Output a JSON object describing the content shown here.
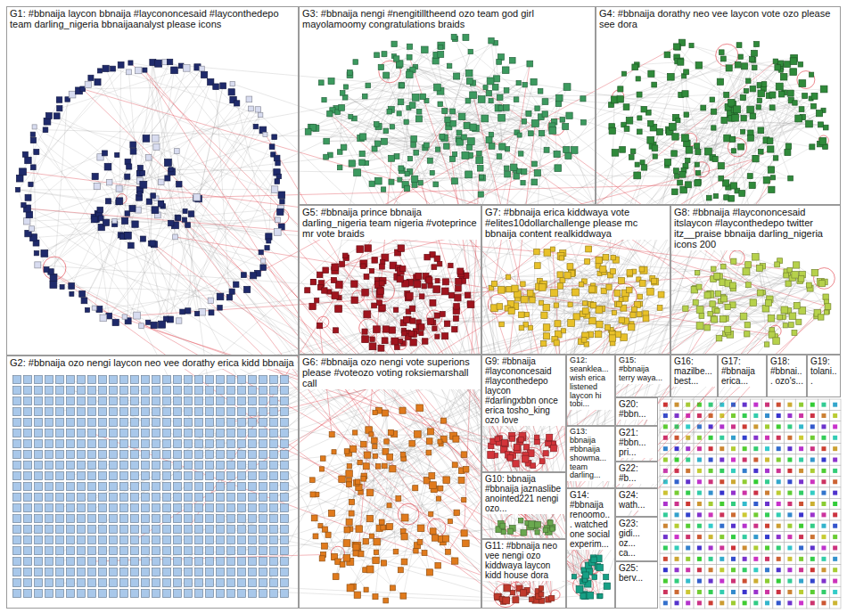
{
  "diagram": {
    "nodes": [
      {
        "text": [
          "G1: #bbnaija laycon bbnaija #laycononcesaid #layconthedepo team darling_nigeria bbnaijaanalyst please icons"
        ]
      },
      {
        "text": [
          "G3: #bbnaija nengi #nengitilltheend ozo team god girl mayolamoomy congratulations braids"
        ]
      },
      {
        "text": [
          "G4: #bbnaija dorathy neo vee laycon vote ozo please see dora"
        ]
      },
      {
        "text": [
          "G5: #bbnaija prince bbnaija darling_nigeria team nigeria #voteprince mr vote braids"
        ]
      },
      {
        "text": [
          "G7: #bbnaija erica kiddwaya vote #elites10dollarchallenge please mc bbnaija content realkiddwaya"
        ]
      },
      {
        "text": [
          "G8: #bbnaija #laycononcesaid itslaycon #layconthedepo twitter itz__praise bbnaija darling_nigeria icons 200"
        ]
      },
      {
        "text": [
          "G2: #bbnaija ozo nengi laycon neo vee dorathy erica kidd bbnaija"
        ]
      },
      {
        "text": [
          "G6: #bbnaija ozo nengi vote superions please #voteozo voting roksiemarshall call"
        ]
      },
      {
        "text": [
          "G9: #bbnaija #laycononcesaid #layconthedepo laycon #darlingxbbn once erica tosho_king ozo love"
        ]
      },
      {
        "text": [
          "G10: bbnaija #bbnaija jaznaslibe anointed221 nengi ozo..."
        ]
      },
      {
        "text": [
          "G11: #bbnaija neo vee nengi ozo kiddwaya laycon kidd house dora"
        ]
      },
      {
        "text": [
          "G12: seanklea... wish erica listened laycon hi tobi..."
        ]
      },
      {
        "text": [
          "G13: bbnaija #bbnaija showma... team darling..."
        ]
      },
      {
        "text": [
          "G14: #bbnaija renoomo... watched one social experim..."
        ]
      },
      {
        "text": [
          "G15: #bbnaija terry waya..."
        ]
      },
      {
        "text": [
          "G16: mazilbe... best..."
        ]
      },
      {
        "text": [
          "G17: #bbnaija erica..."
        ]
      },
      {
        "text": [
          "G18: #bbnai... ozo's..."
        ]
      },
      {
        "text": [
          "G19: tolani..."
        ]
      },
      {
        "text": [
          "G20: #bbn..."
        ]
      },
      {
        "text": [
          "G21: #bbn... pri..."
        ]
      },
      {
        "text": [
          "G22: #b..."
        ]
      },
      {
        "text": [
          "G23: gidi... oz... ca..."
        ]
      },
      {
        "text": [
          "G24: wath..."
        ]
      },
      {
        "text": [
          "G25: berv..."
        ]
      }
    ]
  }
}
